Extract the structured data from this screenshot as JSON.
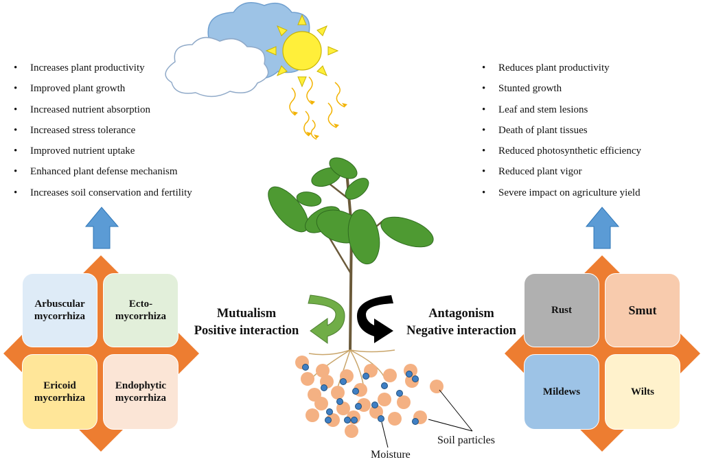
{
  "colors": {
    "orange": "#ed7d31",
    "blue_arrow": "#5b9bd5",
    "leaf": "#4e9a32",
    "sky": "#9dc3e6",
    "sun": "#ffef3a",
    "soil": "#f4b183",
    "moisture": "#3f7fc4"
  },
  "left_benefits": [
    "Increases plant productivity",
    "Improved plant growth",
    "Increased nutrient absorption",
    "Increased stress tolerance",
    "Improved nutrient uptake",
    "Enhanced plant defense mechanism",
    "Increases soil conservation and fertility"
  ],
  "right_effects": [
    "Reduces plant productivity",
    "Stunted growth",
    "Leaf and stem lesions",
    "Death of plant tissues",
    "Reduced photosynthetic efficiency",
    "Reduced plant vigor",
    "Severe impact on agriculture yield"
  ],
  "mutualism": {
    "title": "Mutualism",
    "subtitle": "Positive interaction"
  },
  "antagonism": {
    "title": "Antagonism",
    "subtitle": "Negative interaction"
  },
  "mycorrhiza": [
    {
      "label": "Arbuscular mycorrhiza",
      "color": "#deebf7"
    },
    {
      "label": "Ecto- mycorrhiza",
      "color": "#e2efda"
    },
    {
      "label": "Ericoid mycorrhiza",
      "color": "#ffe699"
    },
    {
      "label": "Endophytic mycorrhiza",
      "color": "#fbe5d6"
    }
  ],
  "pathogens": [
    {
      "label": "Rust",
      "color": "#b0b0b0"
    },
    {
      "label": "Smut",
      "color": "#f8cbad"
    },
    {
      "label": "Mildews",
      "color": "#9dc3e6"
    },
    {
      "label": "Wilts",
      "color": "#fff2cc"
    }
  ],
  "soil_label": "Soil particles",
  "moisture_label": "Moisture"
}
